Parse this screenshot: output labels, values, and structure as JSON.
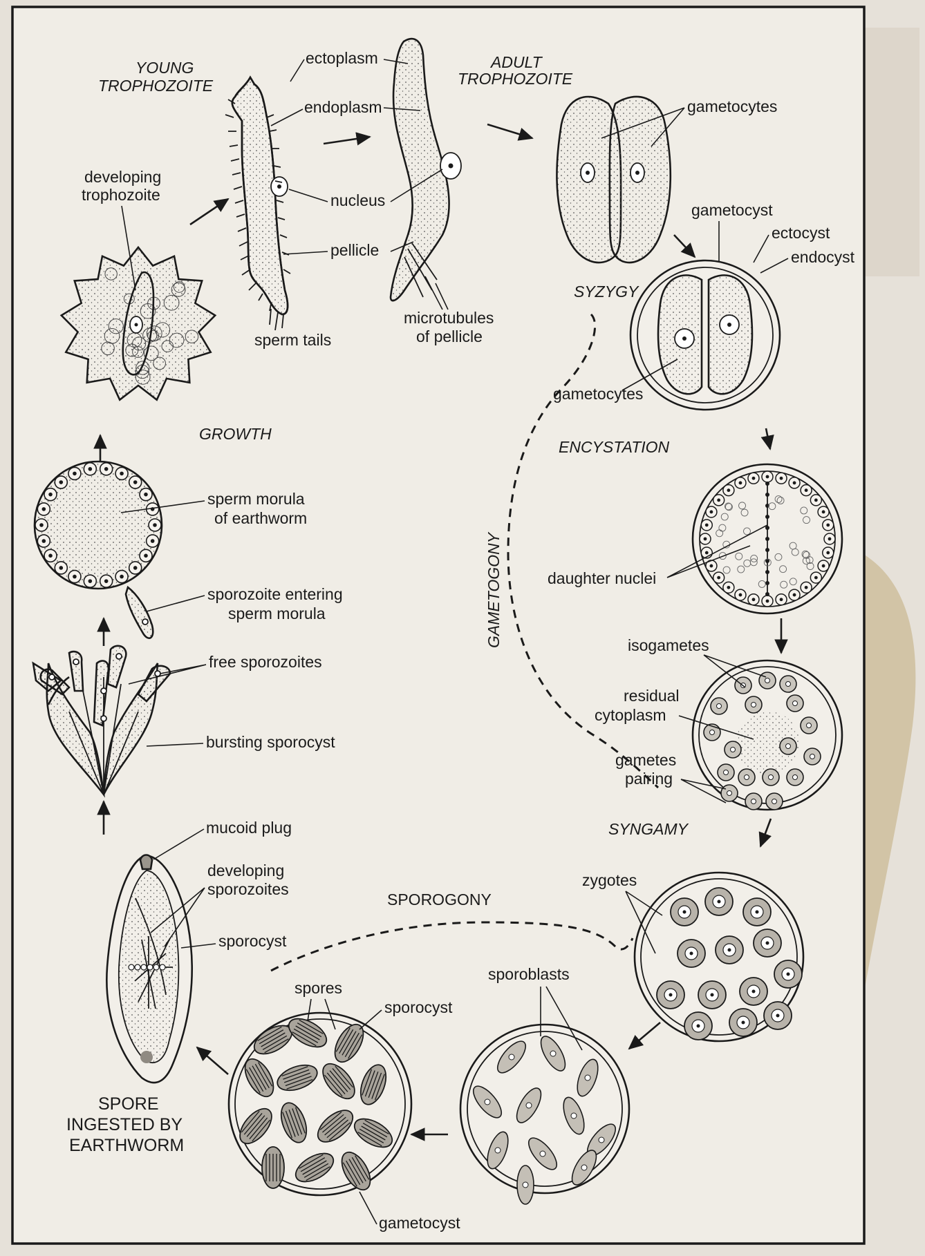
{
  "stages": {
    "young_trophozoite_l1": "YOUNG",
    "young_trophozoite_l2": "TROPHOZOITE",
    "adult_trophozoite_l1": "ADULT",
    "adult_trophozoite_l2": "TROPHOZOITE",
    "syzygy": "SYZYGY",
    "encystation": "ENCYSTATION",
    "growth": "GROWTH",
    "syngamy": "SYNGAMY",
    "gametogony": "GAMETOGONY",
    "sporogony": "SPOROGONY",
    "spore_ingested_l1": "SPORE",
    "spore_ingested_l2": "INGESTED BY",
    "spore_ingested_l3": "EARTHWORM"
  },
  "labels": {
    "ectoplasm": "ectoplasm",
    "endoplasm": "endoplasm",
    "nucleus": "nucleus",
    "pellicle": "pellicle",
    "sperm_tails": "sperm tails",
    "microtubules_l1": "microtubules",
    "microtubules_l2": "of pellicle",
    "developing_trophozoite_l1": "developing",
    "developing_trophozoite_l2": "trophozoite",
    "gametocytes_top": "gametocytes",
    "gametocyst": "gametocyst",
    "ectocyst": "ectocyst",
    "endocyst": "endocyst",
    "gametocytes_cyst": "gametocytes",
    "sperm_morula_l1": "sperm morula",
    "sperm_morula_l2": "of earthworm",
    "sporozoite_entering_l1": "sporozoite entering",
    "sporozoite_entering_l2": "sperm morula",
    "daughter_nuclei": "daughter nuclei",
    "free_sporozoites": "free sporozoites",
    "isogametes": "isogametes",
    "residual_l1": "residual",
    "residual_l2": "cytoplasm",
    "bursting_sporocyst": "bursting sporocyst",
    "gametes_pairing_l1": "gametes",
    "gametes_pairing_l2": "pairing",
    "mucoid_plug": "mucoid plug",
    "developing_sporozoites_l1": "developing",
    "developing_sporozoites_l2": "sporozoites",
    "zygotes": "zygotes",
    "sporocyst_left": "sporocyst",
    "spores": "spores",
    "sporocyst_bottom": "sporocyst",
    "sporoblasts": "sporoblasts",
    "gametocyst_bottom": "gametocyst"
  }
}
